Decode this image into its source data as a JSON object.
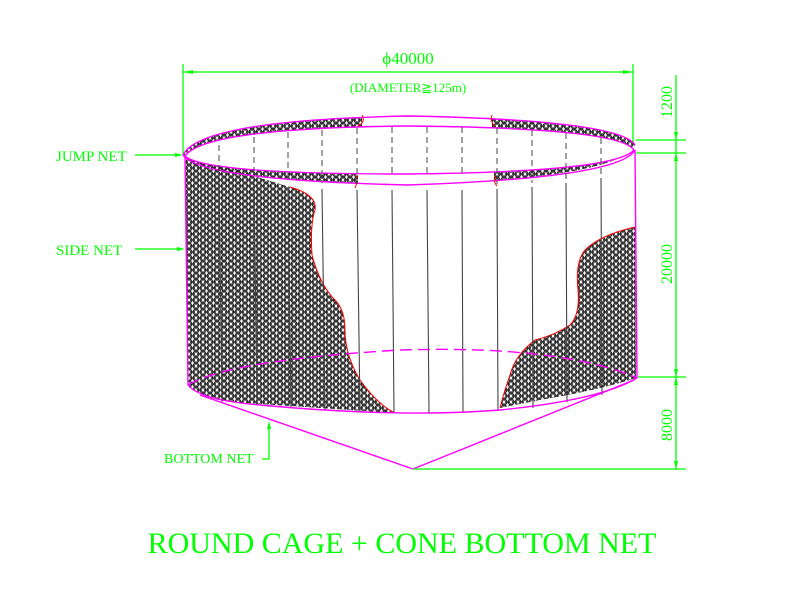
{
  "diagram": {
    "title": "ROUND CAGE + CONE BOTTOM NET",
    "diameter_label": "ϕ40000",
    "diameter_note": "(DIAMETER≧125m)",
    "labels": {
      "jump_net": "JUMP NET",
      "side_net": "SIDE NET",
      "bottom_net": "BOTTOM NET"
    },
    "dimensions": {
      "jump_net_height": "1200",
      "side_net_height": "20000",
      "cone_depth": "8000"
    },
    "colors": {
      "dimension": "#00ff00",
      "outline": "#ff00ff",
      "mesh_edge": "#ff0000",
      "mesh": "#000000"
    }
  }
}
